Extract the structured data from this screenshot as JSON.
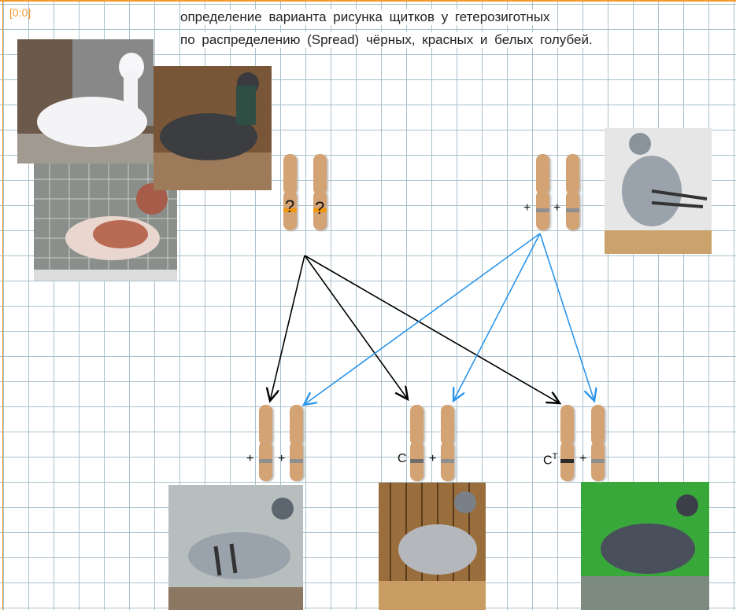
{
  "frame_label": "[0:0]",
  "title": {
    "line1": "определение варианта рисунка щитков у гетерозиготных",
    "line2": "по распределению (Spread) чёрных, красных и белых голубей."
  },
  "parents": {
    "left": {
      "labels": [
        "?",
        "?"
      ],
      "band_color": "#f0960f"
    },
    "right": {
      "labels": [
        "+",
        "+"
      ],
      "band_color": "#8f8f8f"
    }
  },
  "offspring": [
    {
      "labels": [
        "+",
        "+"
      ],
      "band_colors": [
        "#8f8f8f",
        "#8f8f8f"
      ]
    },
    {
      "labels": [
        "C",
        "+"
      ],
      "band_colors": [
        "#6e6e6e",
        "#8f8f8f"
      ]
    },
    {
      "labels": [
        "C",
        "+"
      ],
      "superscript": "T",
      "band_colors": [
        "#2b2b2b",
        "#8f8f8f"
      ]
    }
  ],
  "photos": [
    "white-pigeon",
    "black-pigeon",
    "red-pied-pigeon",
    "blue-bar-pigeon",
    "bar-offspring-pigeon",
    "checker-offspring-pigeon",
    "t-check-offspring-pigeon"
  ],
  "colors": {
    "black_arrow": "#000000",
    "blue_arrow": "#2b95e9",
    "accent": "#f29b2c"
  }
}
